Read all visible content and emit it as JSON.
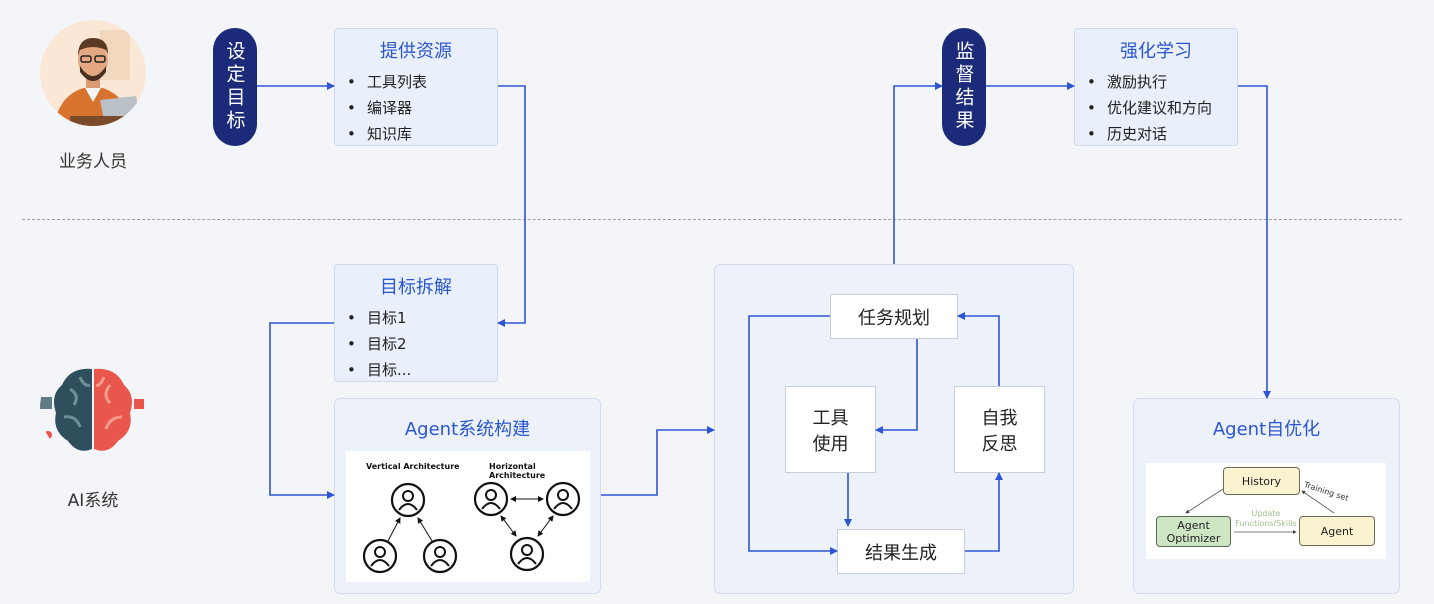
{
  "roles": {
    "business": "业务人员",
    "ai": "AI系统"
  },
  "pills": {
    "set_goal": "设定目标",
    "monitor": "监督结果"
  },
  "provide_resources": {
    "title": "提供资源",
    "items": [
      "工具列表",
      "编译器",
      "知识库"
    ]
  },
  "reinforcement": {
    "title": "强化学习",
    "items": [
      "激励执行",
      "优化建议和方向",
      "历史对话"
    ]
  },
  "goal_decomp": {
    "title": "目标拆解",
    "items": [
      "目标1",
      "目标2",
      "目标..."
    ]
  },
  "agent_build": {
    "title": "Agent系统构建",
    "vertical_caption": "Vertical Architecture",
    "horizontal_caption": "Horizontal Architecture"
  },
  "loop": {
    "plan": "任务规划",
    "tool_use": "工具\n使用",
    "reflect": "自我\n反思",
    "result": "结果生成"
  },
  "self_opt": {
    "title": "Agent自优化",
    "history": "History",
    "optimizer": "Agent\nOptimizer",
    "agent": "Agent",
    "update": "Update\nFunctions/Skills",
    "training": "Training set"
  },
  "colors": {
    "accent": "#2a56d0",
    "pill": "#1b2b7a",
    "arrow": "#2f55d4"
  }
}
